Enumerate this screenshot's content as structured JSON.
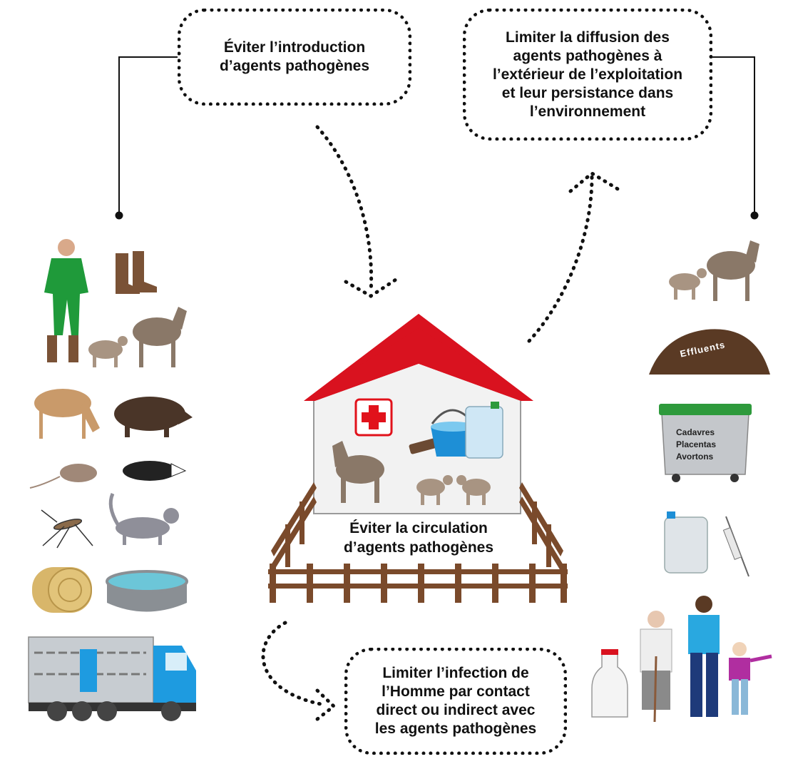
{
  "bubbles": {
    "introduction": "Éviter l’introduction\nd’agents pathogènes",
    "diffusion": "Limiter la diffusion des\nagents pathogènes à\nl’extérieur de l’exploitation\net leur persistance dans\nl’environnement",
    "infection": "Limiter l’infection de\nl’Homme par contact\ndirect ou indirect avec\nles agents pathogènes"
  },
  "center": {
    "label": "Éviter la circulation\nd’agents pathogènes"
  },
  "right_items": {
    "effluents": "Effluents",
    "bin_lines": [
      "Cadavres",
      "Placentas",
      "Avortons"
    ]
  },
  "colors": {
    "roof": "#d9121f",
    "cross": "#e1121b",
    "fence": "#7a4a2b",
    "coverall": "#1f9a3a",
    "truck_blue": "#1e9be0",
    "bin_green": "#2e9a3c",
    "water": "#5ab8e6",
    "goat": "#8a7868"
  }
}
